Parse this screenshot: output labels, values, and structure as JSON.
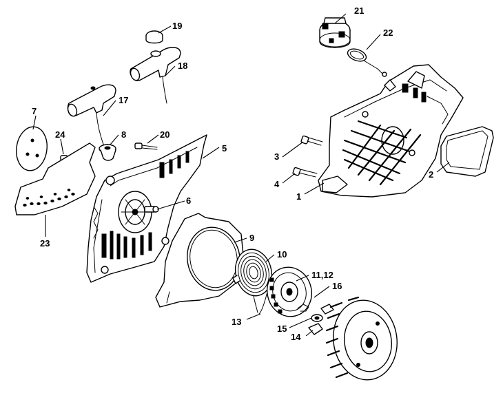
{
  "callouts": {
    "c1": "1",
    "c2": "2",
    "c3": "3",
    "c4": "4",
    "c5": "5",
    "c6": "6",
    "c7": "7",
    "c8": "8",
    "c9": "9",
    "c10": "10",
    "c11_12": "11,12",
    "c13": "13",
    "c14": "14",
    "c15": "15",
    "c16": "16",
    "c17": "17",
    "c18": "18",
    "c19": "19",
    "c20": "20",
    "c21": "21",
    "c22": "22",
    "c23": "23",
    "c24": "24"
  },
  "colors": {
    "line": "#000000",
    "background": "#ffffff"
  }
}
